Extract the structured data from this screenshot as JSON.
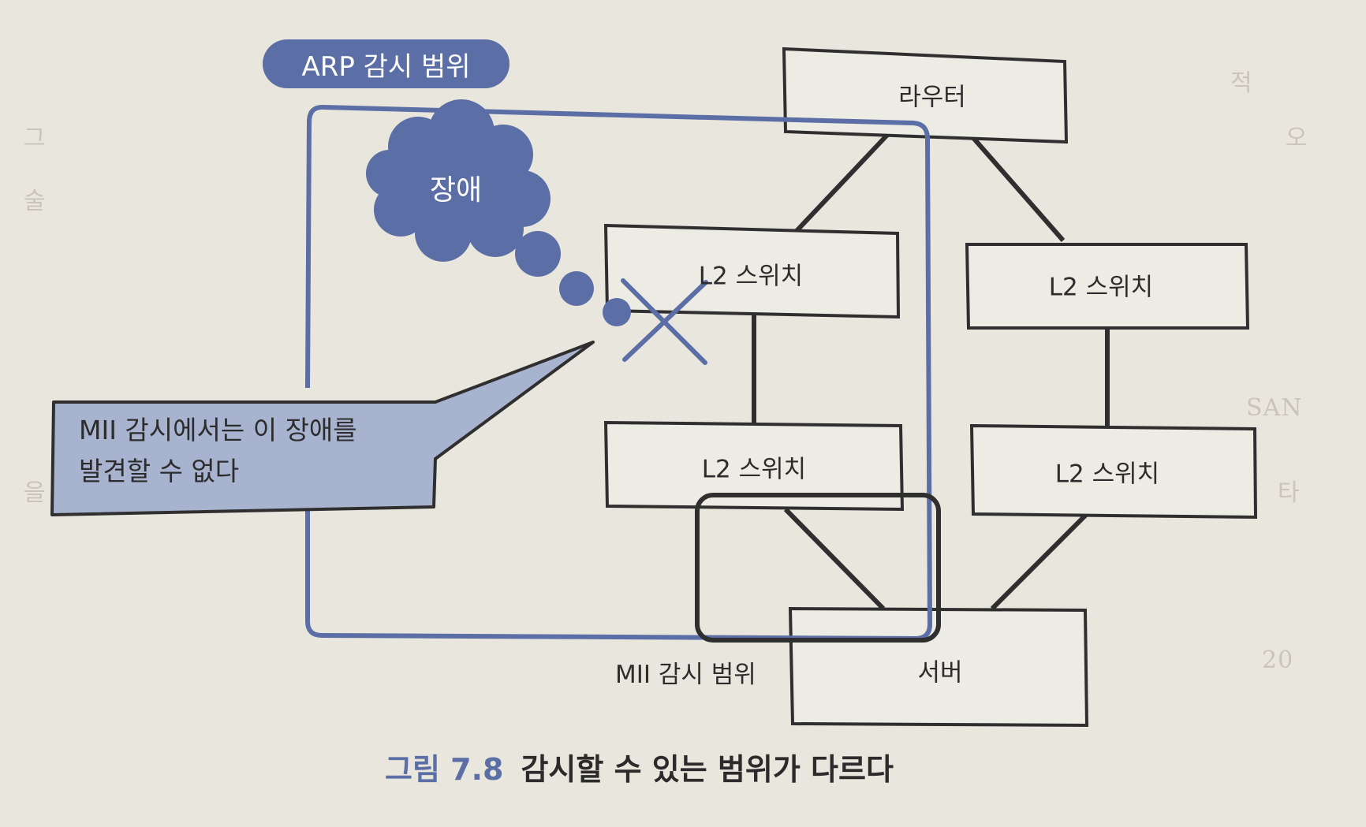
{
  "badge": {
    "label": "ARP 감시 범위"
  },
  "cloud": {
    "label": "장애"
  },
  "callout": {
    "line1": "MII 감시에서는 이 장애를",
    "line2": "발견할 수 없다"
  },
  "nodes": {
    "router": "라우터",
    "l2_switch_top_left": "L2 스위치",
    "l2_switch_top_right": "L2 스위치",
    "l2_switch_bottom_left": "L2 스위치",
    "l2_switch_bottom_right": "L2 스위치",
    "server": "서버"
  },
  "mii_range": {
    "label": "MII 감시 범위"
  },
  "caption": {
    "number": "그림 7.8",
    "title": "감시할 수 있는 범위가 다르다"
  },
  "colors": {
    "accent": "#5b6ea5",
    "line": "#2f2f2f",
    "paper": "#e9e6dd"
  }
}
